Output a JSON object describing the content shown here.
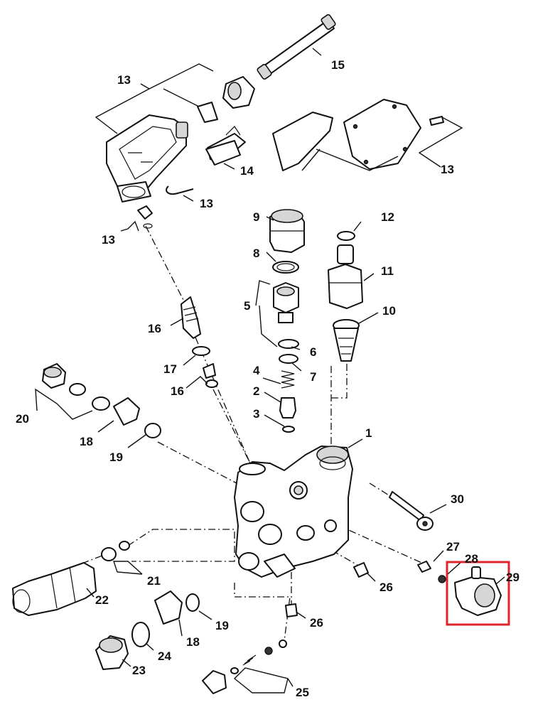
{
  "callouts": {
    "c1": "1",
    "c2": "2",
    "c3": "3",
    "c4": "4",
    "c5": "5",
    "c6": "6",
    "c7": "7",
    "c8": "8",
    "c9": "9",
    "c10": "10",
    "c11": "11",
    "c12": "12",
    "c13a": "13",
    "c13b": "13",
    "c13c": "13",
    "c13d": "13",
    "c14": "14",
    "c15": "15",
    "c16a": "16",
    "c16b": "16",
    "c17": "17",
    "c18a": "18",
    "c18b": "18",
    "c19a": "19",
    "c19b": "19",
    "c20": "20",
    "c21": "21",
    "c22": "22",
    "c23": "23",
    "c24": "24",
    "c25": "25",
    "c26a": "26",
    "c26b": "26",
    "c27": "27",
    "c28": "28",
    "c29": "29",
    "c30": "30"
  },
  "colors": {
    "highlight": "#e0242b",
    "ink": "#111111"
  },
  "highlighted_part": "29"
}
